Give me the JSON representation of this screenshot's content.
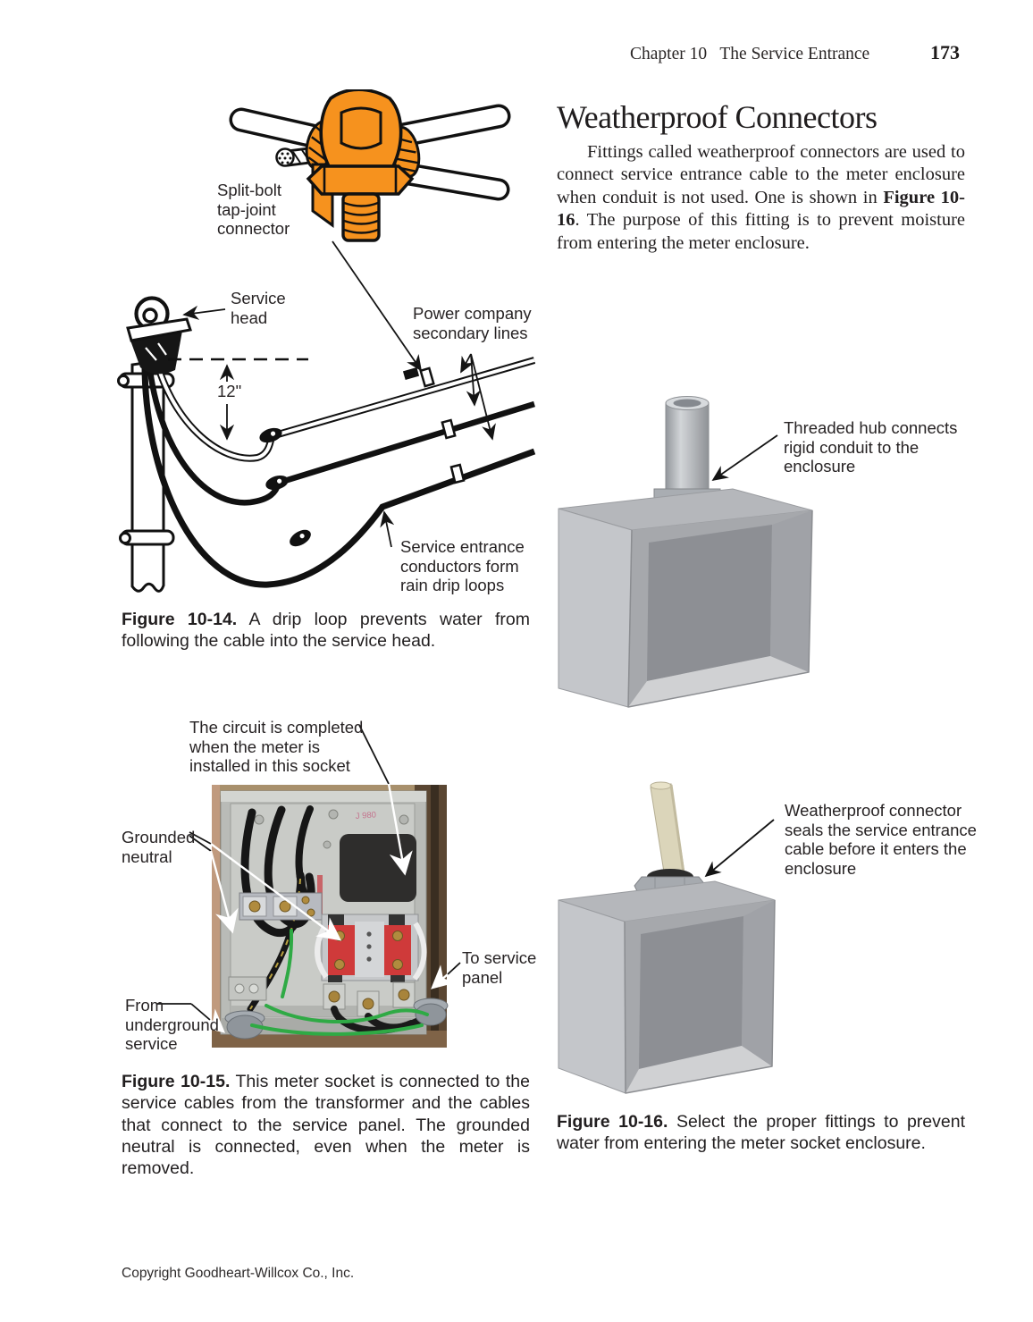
{
  "header": {
    "chapter_title": "Chapter 10   The Service Entrance",
    "page_number": "173"
  },
  "article": {
    "heading": "Weatherproof Connectors",
    "body_indent": "Fittings called weatherproof connectors are used to connect service entrance cable to the meter enclosure when conduit is not used. One is shown in ",
    "body_figure_ref": "Figure 10-16",
    "body_after": ". The purpose of this fitting is to prevent moisture from entering the meter enclosure."
  },
  "figure_10_14": {
    "label_split_bolt": "Split-bolt\ntap-joint\nconnector",
    "label_service_head": "Service\nhead",
    "label_power_lines": "Power company\nsecondary lines",
    "label_measurement": "12\"",
    "label_drip_loops": "Service entrance\nconductors form\nrain drip loops",
    "caption_lead": "Figure 10-14.",
    "caption_text": " A drip loop prevents water from following the cable into the service head."
  },
  "figure_10_15": {
    "label_socket": "The circuit is completed\nwhen the meter is\ninstalled in this socket",
    "label_grounded_neutral": "Grounded\nneutral",
    "label_to_service_panel": "To service\npanel",
    "label_from_underground": "From\nunderground\nservice",
    "photo_marking": "J 980",
    "caption_lead": "Figure 10-15.",
    "caption_text": " This meter socket is connected to the service cables from the transformer and the cables that connect to the service panel. The grounded neutral is connected, even when the meter is removed."
  },
  "figure_10_16": {
    "label_threaded_hub": "Threaded hub connects\nrigid conduit to the\nenclosure",
    "label_weatherproof": "Weatherproof connector\nseals the service entrance\ncable before it enters the\nenclosure",
    "caption_lead": "Figure 10-16.",
    "caption_text": " Select the proper fittings to prevent water from entering the meter socket enclosure."
  },
  "footer": {
    "copyright": "Copyright Goodheart-Willcox Co., Inc."
  },
  "colors": {
    "connector_orange": "#F6921E",
    "line_art_black": "#111111",
    "enclosure_gray_light": "#c4c6ca",
    "enclosure_gray_dark": "#8d8f94",
    "photo_wood_brown": "#96785a",
    "photo_box_gray": "#c9cbc7",
    "photo_wire_green": "#2faa45",
    "photo_socket_red": "#cf3a3a",
    "photo_marking_pink": "#c4748e"
  }
}
